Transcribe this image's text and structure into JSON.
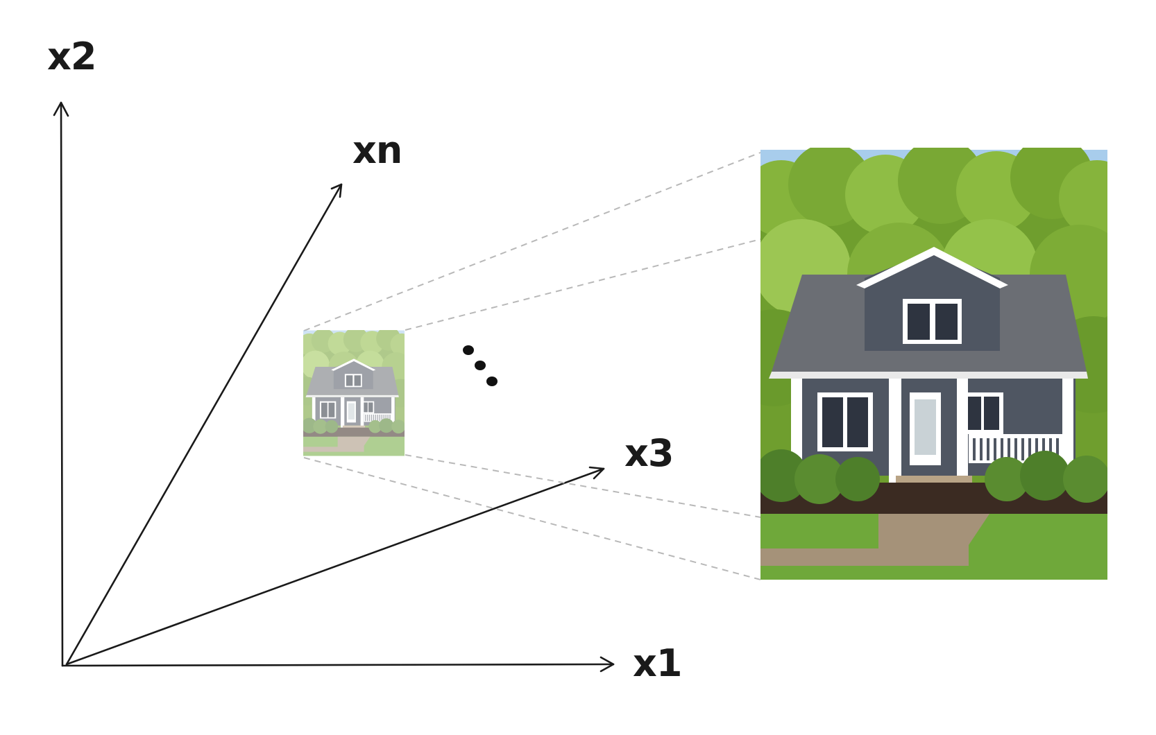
{
  "diagram": {
    "axes": [
      {
        "id": "x1",
        "label": "x1"
      },
      {
        "id": "x2",
        "label": "x2"
      },
      {
        "id": "x3",
        "label": "x3"
      },
      {
        "id": "xn",
        "label": "xn"
      }
    ],
    "ellipsis": "...",
    "image_subject": "house-photo",
    "colors": {
      "axis": "#1a1a1a",
      "projection_lines": "#b8b8b8",
      "sky": "#9ec4e8",
      "trees": "#7fae35",
      "siding": "#4f5662",
      "roof": "#6b6e74",
      "trim": "#ffffff",
      "lawn": "#6fa83a"
    }
  }
}
